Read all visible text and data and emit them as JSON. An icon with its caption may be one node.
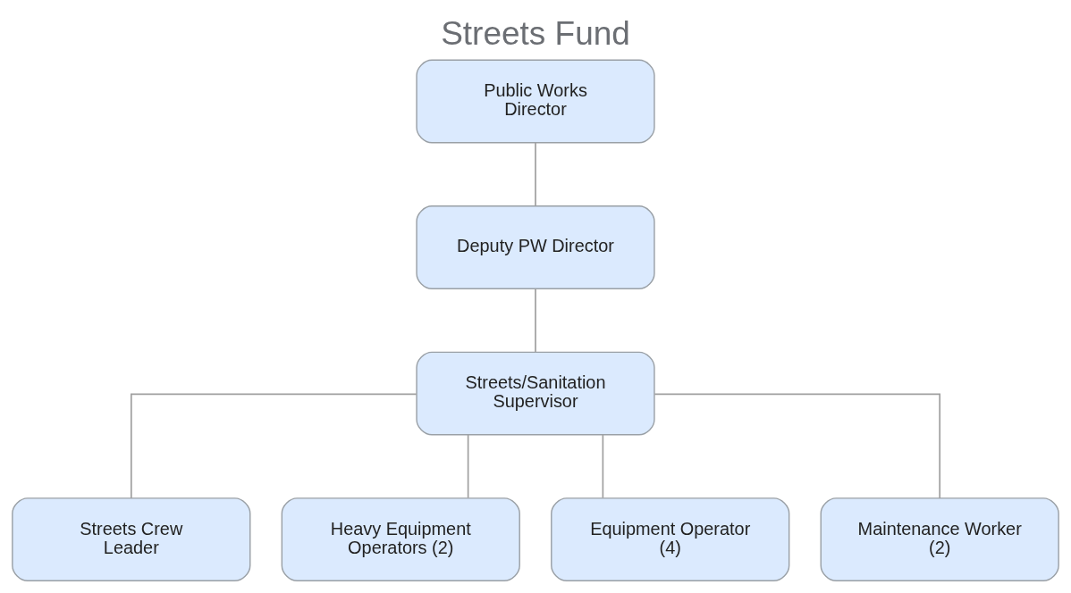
{
  "diagram": {
    "title": "Streets Fund",
    "nodes": [
      {
        "text": [
          "Public Works Director"
        ]
      },
      {
        "text": [
          "Deputy PW Director"
        ]
      },
      {
        "text": [
          "Streets/Sanitation Supervisor"
        ]
      },
      {
        "text": [
          "Streets Crew Leader"
        ]
      },
      {
        "text": [
          "Heavy Equipment Operators (2)"
        ]
      },
      {
        "text": [
          "Equipment Operator (4)"
        ]
      },
      {
        "text": [
          "Maintenance Worker (2)"
        ]
      }
    ],
    "edges": [
      {
        "from": 0,
        "to": 1,
        "arrow": "none"
      },
      {
        "from": 1,
        "to": 2,
        "arrow": "none"
      },
      {
        "from": 2,
        "to": 3,
        "arrow": "none"
      },
      {
        "from": 2,
        "to": 4,
        "arrow": "none"
      },
      {
        "from": 2,
        "to": 5,
        "arrow": "none"
      },
      {
        "from": 2,
        "to": 6,
        "arrow": "none"
      }
    ]
  }
}
